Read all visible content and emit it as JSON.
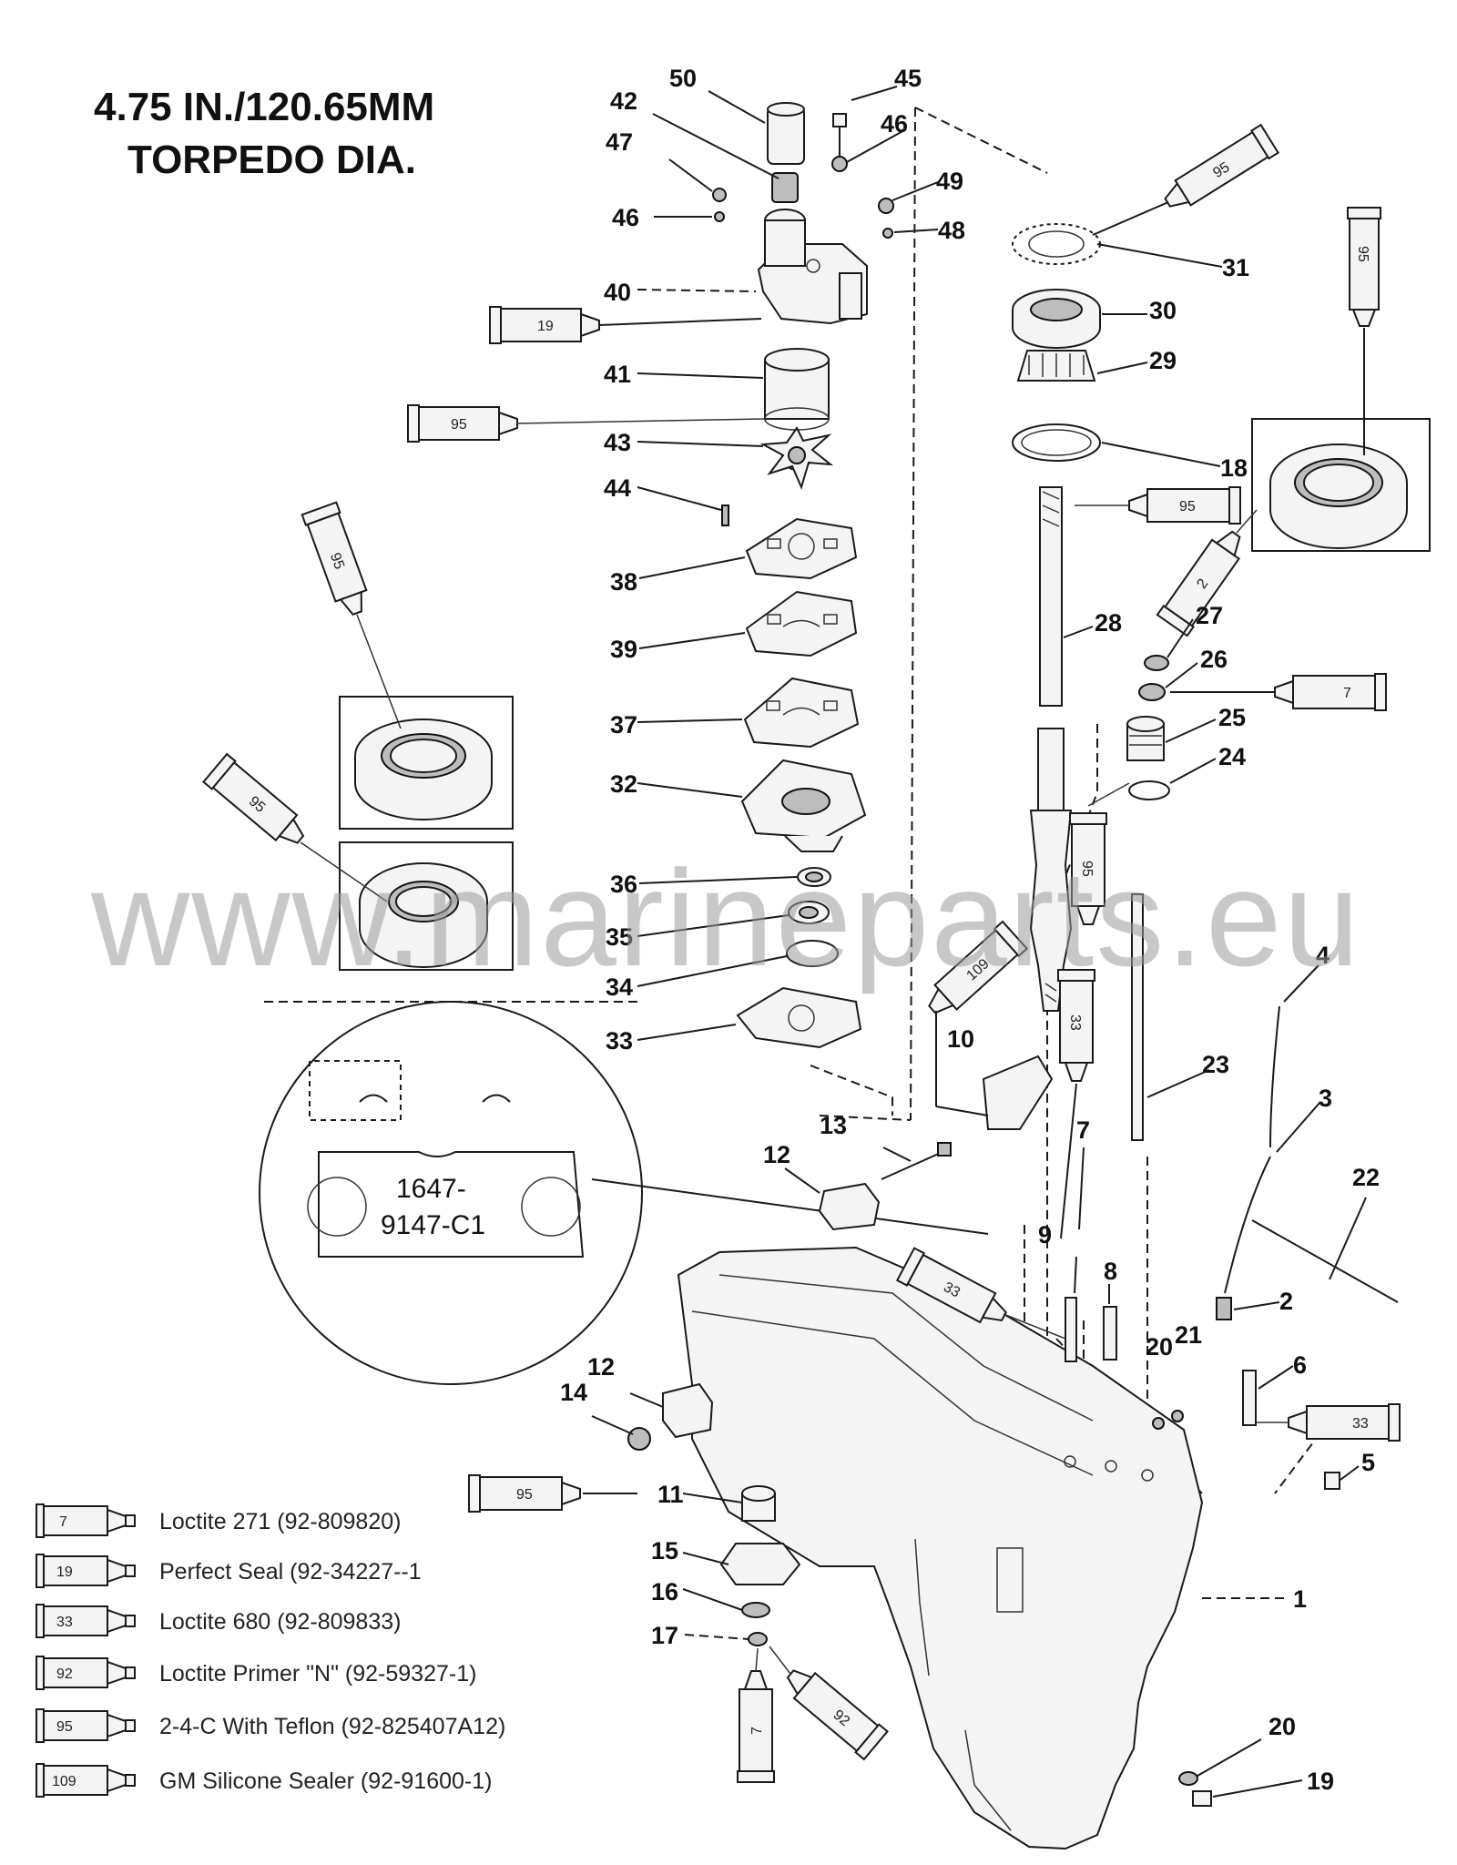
{
  "title": {
    "line1": "4.75 IN./120.65MM",
    "line2": "TORPEDO DIA."
  },
  "watermark": "www.marineparts.eu",
  "inset": {
    "line1": "1647-",
    "line2": "9147-C1"
  },
  "callouts": {
    "c50": "50",
    "c45": "45",
    "c42": "42",
    "c46a": "46",
    "c47": "47",
    "c49": "49",
    "c46b": "46",
    "c48": "48",
    "c40": "40",
    "c31": "31",
    "c30": "30",
    "c29": "29",
    "c41": "41",
    "c43": "43",
    "c18": "18",
    "c44": "44",
    "c38": "38",
    "c28": "28",
    "c27": "27",
    "c39": "39",
    "c26": "26",
    "c37": "37",
    "c25": "25",
    "c24": "24",
    "c32": "32",
    "c36": "36",
    "c35": "35",
    "c34": "34",
    "c33": "33",
    "c4": "4",
    "c10": "10",
    "c23": "23",
    "c3": "3",
    "c13": "13",
    "c7": "7",
    "c12a": "12",
    "c22": "22",
    "c9": "9",
    "c8": "8",
    "c2": "2",
    "c20a": "20",
    "c21": "21",
    "c12b": "12",
    "c14": "14",
    "c6": "6",
    "c5": "5",
    "c11": "11",
    "c15": "15",
    "c16": "16",
    "c1": "1",
    "c17": "17",
    "c20b": "20",
    "c19": "19"
  },
  "tubes": {
    "t95_top": "95",
    "t95_right": "95",
    "t19": "19",
    "t95_41": "95",
    "t95_28": "95",
    "t2_bearing": "2",
    "t7_26": "7",
    "t95_left": "95",
    "t95_left2": "95",
    "t95_24": "95",
    "t109": "109",
    "t33_7": "33",
    "t33_9": "33",
    "t33_6": "33",
    "t95_11": "95",
    "t7_17": "7",
    "t92_17": "92"
  },
  "legend": [
    {
      "code": "7",
      "text": "Loctite 271 (92-809820)"
    },
    {
      "code": "19",
      "text": "Perfect Seal (92-34227--1"
    },
    {
      "code": "33",
      "text": "Loctite 680 (92-809833)"
    },
    {
      "code": "92",
      "text": "Loctite Primer \"N\" (92-59327-1)"
    },
    {
      "code": "95",
      "text": "2-4-C  With Teflon (92-825407A12)"
    },
    {
      "code": "109",
      "text": "GM Silicone Sealer (92-91600-1)"
    }
  ]
}
